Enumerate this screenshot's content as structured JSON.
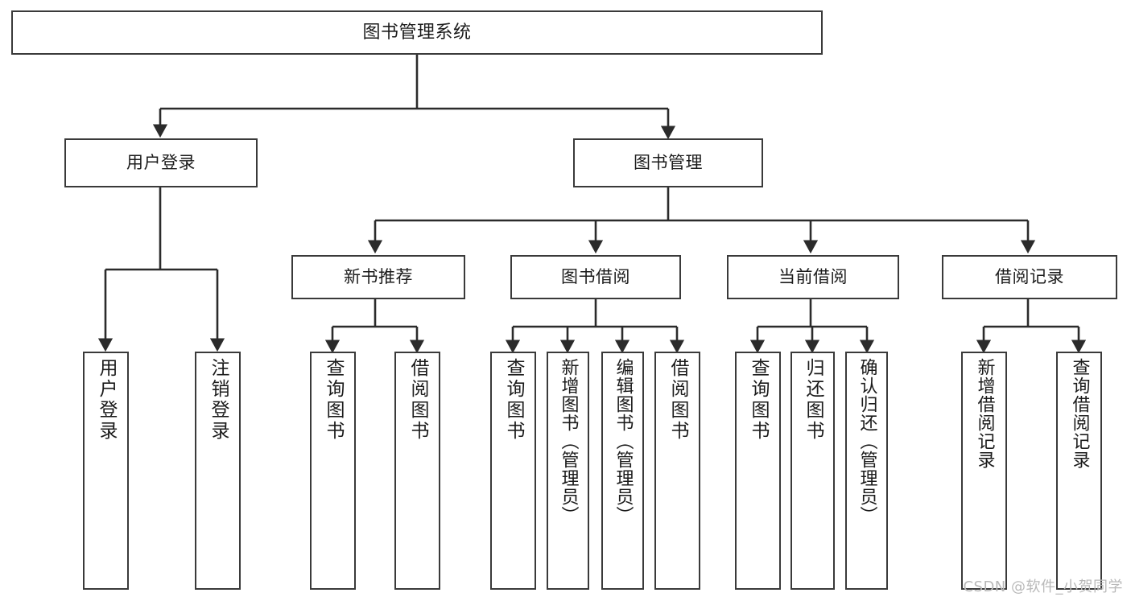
{
  "diagram": {
    "title": "图书管理系统",
    "type": "tree",
    "watermark": "CSDN @软件_小贺同学",
    "nodes": {
      "root": {
        "label": "图书管理系统"
      },
      "level1": [
        {
          "id": "user-login",
          "label": "用户登录"
        },
        {
          "id": "book-manage",
          "label": "图书管理"
        }
      ],
      "level2": [
        {
          "id": "new-book-rec",
          "label": "新书推荐",
          "parent": "book-manage"
        },
        {
          "id": "book-borrow",
          "label": "图书借阅",
          "parent": "book-manage"
        },
        {
          "id": "current-borrow",
          "label": "当前借阅",
          "parent": "book-manage"
        },
        {
          "id": "borrow-record",
          "label": "借阅记录",
          "parent": "book-manage"
        }
      ],
      "leaves": [
        {
          "id": "leaf-user-login",
          "label": "用户登录",
          "parent": "user-login"
        },
        {
          "id": "leaf-logout",
          "label": "注销登录",
          "parent": "user-login"
        },
        {
          "id": "leaf-query-book-1",
          "label": "查询图书",
          "parent": "new-book-rec"
        },
        {
          "id": "leaf-borrow-book-1",
          "label": "借阅图书",
          "parent": "new-book-rec"
        },
        {
          "id": "leaf-query-book-2",
          "label": "查询图书",
          "parent": "book-borrow"
        },
        {
          "id": "leaf-add-book",
          "label": "新增图书（管理员）",
          "parent": "book-borrow"
        },
        {
          "id": "leaf-edit-book",
          "label": "编辑图书（管理员）",
          "parent": "book-borrow"
        },
        {
          "id": "leaf-borrow-book-2",
          "label": "借阅图书",
          "parent": "book-borrow"
        },
        {
          "id": "leaf-query-book-3",
          "label": "查询图书",
          "parent": "current-borrow"
        },
        {
          "id": "leaf-return-book",
          "label": "归还图书",
          "parent": "current-borrow"
        },
        {
          "id": "leaf-confirm-return",
          "label": "确认归还（管理员）",
          "parent": "current-borrow"
        },
        {
          "id": "leaf-add-record",
          "label": "新增借阅记录",
          "parent": "borrow-record"
        },
        {
          "id": "leaf-query-record",
          "label": "查询借阅记录",
          "parent": "borrow-record"
        }
      ]
    },
    "colors": {
      "box_border": "#3a3a3a",
      "box_fill": "#ffffff",
      "connector": "#2b2b2b",
      "text": "#1b1b1b",
      "watermark": "#b9b9b9"
    }
  }
}
